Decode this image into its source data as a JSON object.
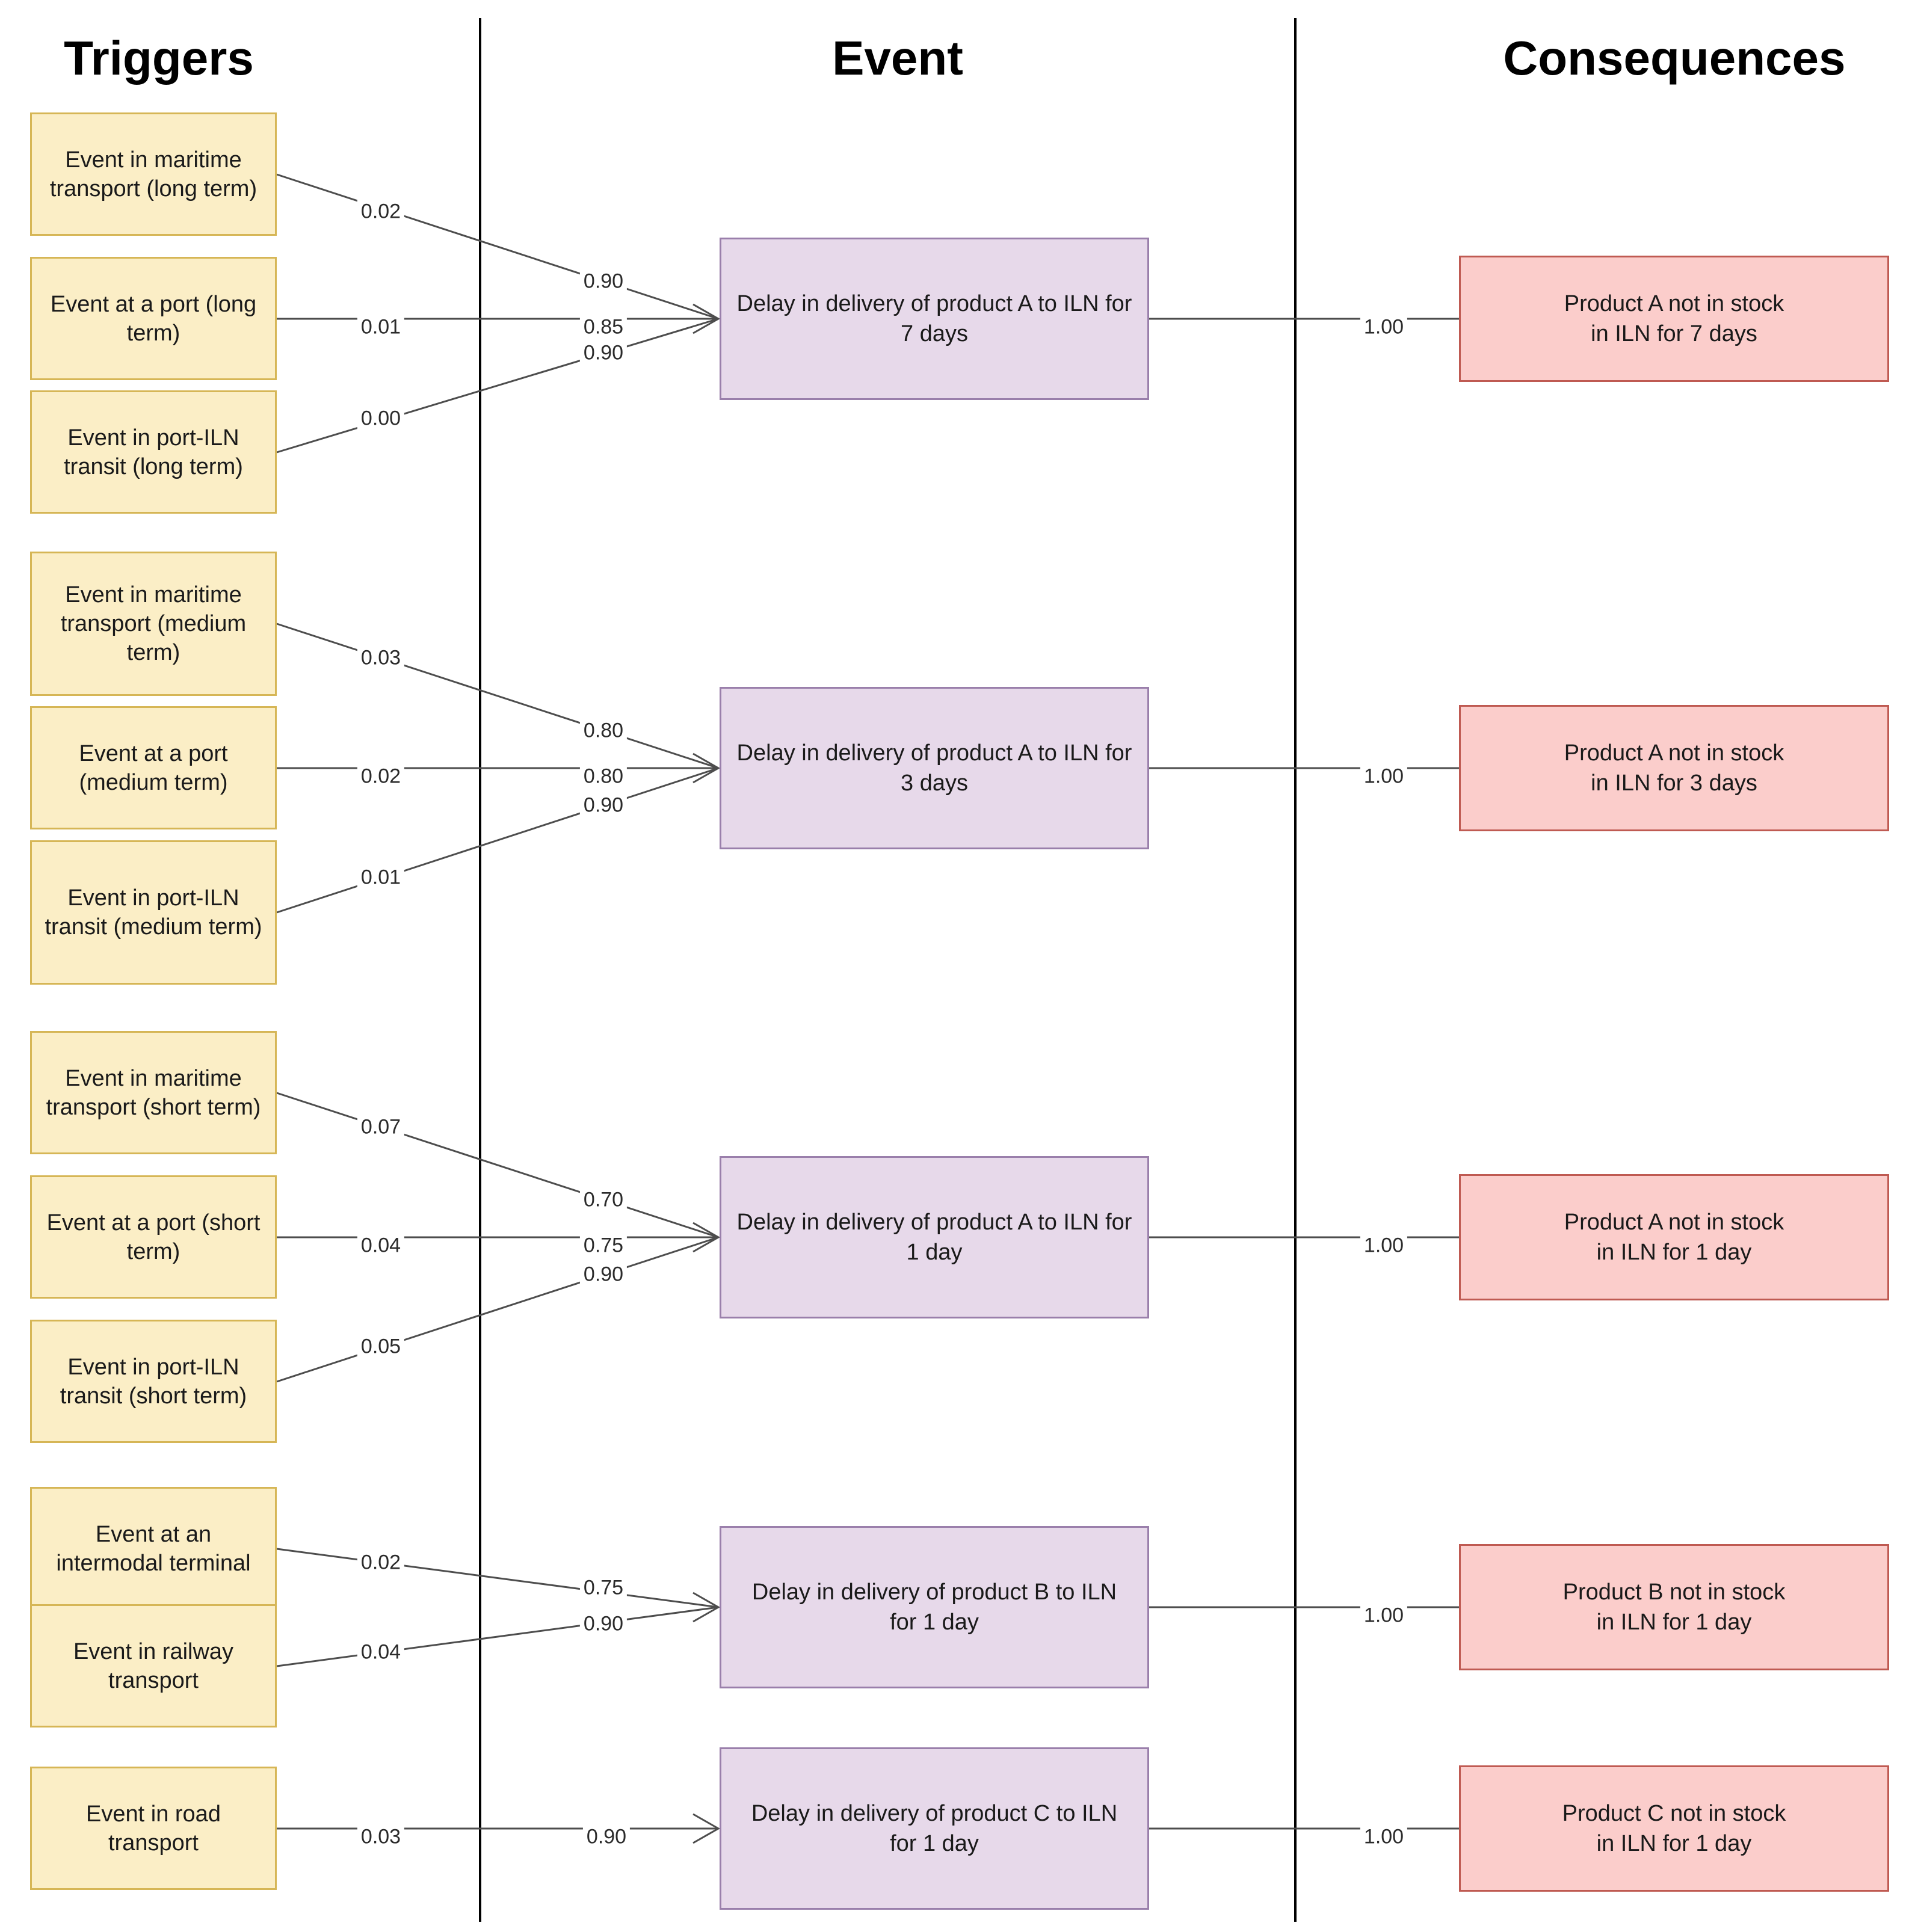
{
  "headers": {
    "triggers": "Triggers",
    "event": "Event",
    "consequences": "Consequences"
  },
  "colors": {
    "trigger_fill": "#FBEEC6",
    "trigger_stroke": "#D6B656",
    "event_fill": "#E7D9EA",
    "event_stroke": "#9A7FAB",
    "consequence_fill": "#FBCDCB",
    "consequence_stroke": "#BF5A52",
    "connector_line": "#4d4d4d",
    "divider_line": "#000000"
  },
  "groups": [
    {
      "triggers": [
        {
          "label": "Event in maritime\ntransport (long term)",
          "trigger_prob": "0.02",
          "event_prob": "0.90"
        },
        {
          "label": "Event at a port (long\nterm)",
          "trigger_prob": "0.01",
          "event_prob": "0.85"
        },
        {
          "label": "Event in port-ILN\ntransit (long term)",
          "trigger_prob": "0.00",
          "event_prob": "0.90"
        }
      ],
      "event": "Delay in delivery of product A to ILN for\n7 days",
      "link_prob": "1.00",
      "consequence": "Product A not in stock\nin ILN for 7 days"
    },
    {
      "triggers": [
        {
          "label": "Event in maritime\ntransport (medium\nterm)",
          "trigger_prob": "0.03",
          "event_prob": "0.80"
        },
        {
          "label": "Event at a port\n(medium term)",
          "trigger_prob": "0.02",
          "event_prob": "0.80"
        },
        {
          "label": "Event in port-ILN\ntransit (medium term)",
          "trigger_prob": "0.01",
          "event_prob": "0.90"
        }
      ],
      "event": "Delay in delivery of product A to ILN for\n3 days",
      "link_prob": "1.00",
      "consequence": "Product A not in stock\nin ILN for 3 days"
    },
    {
      "triggers": [
        {
          "label": "Event in maritime\ntransport (short term)",
          "trigger_prob": "0.07",
          "event_prob": "0.70"
        },
        {
          "label": "Event at a port (short\nterm)",
          "trigger_prob": "0.04",
          "event_prob": "0.75"
        },
        {
          "label": "Event in port-ILN\ntransit (short term)",
          "trigger_prob": "0.05",
          "event_prob": "0.90"
        }
      ],
      "event": "Delay in delivery of product A to ILN for\n1 day",
      "link_prob": "1.00",
      "consequence": "Product A not in stock\nin ILN for 1 day"
    },
    {
      "triggers": [
        {
          "label": "Event at an\nintermodal terminal",
          "trigger_prob": "0.02",
          "event_prob": "0.75"
        },
        {
          "label": "Event in railway\ntransport",
          "trigger_prob": "0.04",
          "event_prob": "0.90"
        }
      ],
      "event": "Delay in delivery of product B to ILN\nfor 1 day",
      "link_prob": "1.00",
      "consequence": "Product B not in stock\nin ILN for 1 day"
    },
    {
      "triggers": [
        {
          "label": "Event in road\ntransport",
          "trigger_prob": "0.03",
          "event_prob": "0.90"
        }
      ],
      "event": "Delay in delivery of product C to ILN\nfor 1 day",
      "link_prob": "1.00",
      "consequence": "Product C not in stock\nin ILN for 1 day"
    }
  ]
}
